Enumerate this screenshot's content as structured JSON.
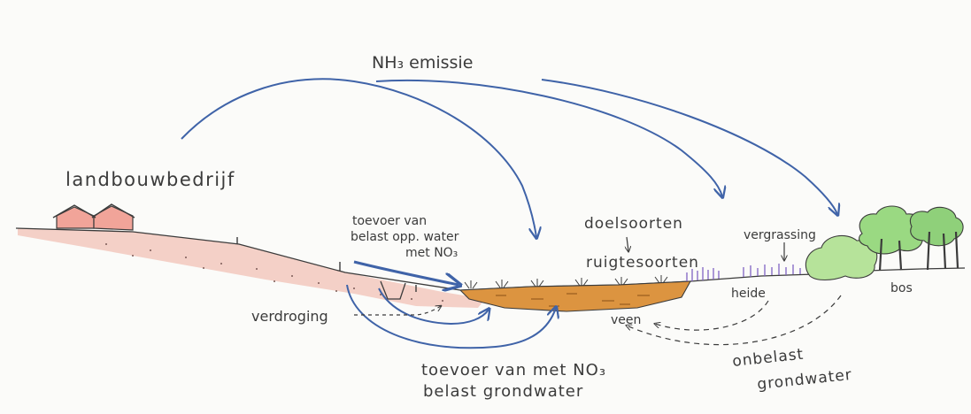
{
  "labels": {
    "nh3_emission": "NH₃ emissie",
    "farm": "landbouwbedrijf",
    "surface_water_line1": "toevoer van",
    "surface_water_line2": "belast opp. water",
    "surface_water_line3": "met NO₃",
    "target_species": "doelsoorten",
    "rough_species": "ruigtesoorten",
    "grass_encroachment": "vergrassing",
    "heath": "heide",
    "forest": "bos",
    "peat": "veen",
    "drying": "verdroging",
    "groundwater_line1": "toevoer van met NO₃",
    "groundwater_line2": "belast grondwater",
    "clean_groundwater_line1": "onbelast",
    "clean_groundwater_line2": "grondwater"
  },
  "colors": {
    "arrow_blue": "#3f63a8",
    "ink": "#3b3b3b",
    "soil_pink": "#f1c2b6",
    "peat_orange": "#dc9440",
    "heath_purple": "#8062c4",
    "tree_green": "#8fd07a",
    "roof_red": "#e36a5d"
  }
}
